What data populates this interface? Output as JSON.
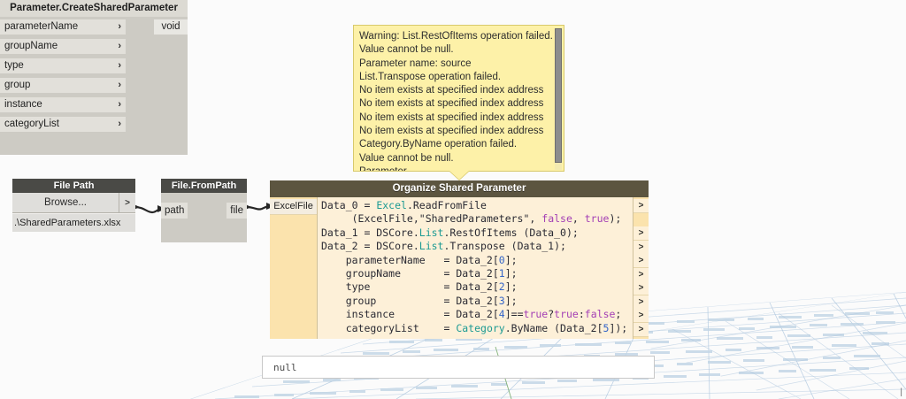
{
  "warning": {
    "scroll_icon": "vertical-scrollbar",
    "lines": [
      "Warning: List.RestOfItems operation failed.",
      "Value cannot be null.",
      "Parameter name: source",
      "List.Transpose operation failed.",
      "No item exists at specified index address",
      "No item exists at specified index address",
      "No item exists at specified index address",
      "No item exists at specified index address",
      "Category.ByName operation failed.",
      "Value cannot be null.",
      "Parameter"
    ],
    "text": "Warning: List.RestOfItems operation failed.\nValue cannot be null.\nParameter name: source\nList.Transpose operation failed.\nNo item exists at specified index address\nNo item exists at specified index address\nNo item exists at specified index address\nNo item exists at specified index address\nCategory.ByName operation failed.\nValue cannot be null.\nParameter"
  },
  "file_path_node": {
    "title": "File Path",
    "browse_label": "Browse...",
    "output_port": ">",
    "file_value": ".\\SharedParameters.xlsx"
  },
  "file_from_path_node": {
    "title": "File.FromPath",
    "input_port": "path",
    "output_port": "file"
  },
  "code_block_node": {
    "title": "Organize Shared Parameter",
    "input_port": "ExcelFile",
    "output_port_glyph": ">",
    "output_port_count": 8,
    "code_lines": [
      "Data_0 = Excel.ReadFromFile",
      "      (ExcelFile,\"SharedParameters\", false, true);",
      "Data_1 = DSCore.List.RestOfItems (Data_0);",
      "Data_2 = DSCore.List.Transpose (Data_1);",
      "    parameterName   = Data_2[0];",
      "    groupName       = Data_2[1];",
      "    type            = Data_2[2];",
      "    group           = Data_2[3];",
      "    instance        = Data_2[4]==true?true:false;",
      "    categoryList    = Category.ByName (Data_2[5]);"
    ]
  },
  "preview": {
    "value": "null"
  },
  "create_param_node": {
    "title": "Parameter.CreateSharedParameter",
    "chevron": "›",
    "inputs": [
      "parameterName",
      "groupName",
      "type",
      "group",
      "instance",
      "categoryList"
    ],
    "output": "void",
    "resize_handle": "|"
  },
  "colors": {
    "node_header": "#4a4a46",
    "node_body": "#cdcbc4",
    "code_header": "#5c5540",
    "code_body": "#fdf0d8",
    "code_port_strip": "#fbe3ad",
    "warning_bg": "#fdf1a8",
    "warning_border": "#d8c96b",
    "canvas_bg": "#fbfbfb",
    "watermark": "#b9cde0",
    "token_class": "#1c9a93",
    "token_number": "#3465c8",
    "token_keyword": "#a33fb5"
  }
}
